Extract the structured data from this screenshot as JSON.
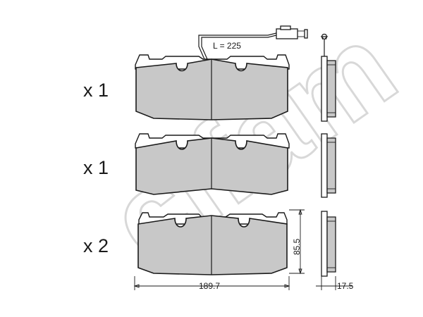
{
  "brand": {
    "watermark": "cifam"
  },
  "wire": {
    "length_label": "L = 225"
  },
  "quantities": [
    {
      "label": "x 1"
    },
    {
      "label": "x 1"
    },
    {
      "label": "x 2"
    }
  ],
  "dimensions": {
    "width": "189.7",
    "height": "85.5",
    "thickness": "17.5"
  },
  "colors": {
    "pad_fill": "#c8c8c8",
    "outline": "#1a1a1a",
    "watermark": "#d8d8d8"
  }
}
